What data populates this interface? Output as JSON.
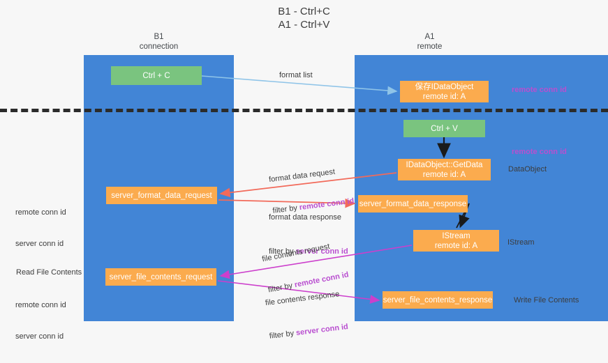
{
  "diagram": {
    "title": "B1 - Ctrl+C\nA1 - Ctrl+V",
    "lanes": [
      {
        "id": "b1",
        "title": "B1\nconnection"
      },
      {
        "id": "a1",
        "title": "A1\nremote"
      }
    ],
    "nodes": [
      {
        "id": "ctrl-c",
        "label": "Ctrl + C",
        "color": "#7ac47f"
      },
      {
        "id": "save-idataobject",
        "label": "保存IDataObject\nremote id: A",
        "color": "#fbab4e"
      },
      {
        "id": "ctrl-v",
        "label": "Ctrl + V",
        "color": "#7ac47f"
      },
      {
        "id": "getdata",
        "label": "IDataObject::GetData\nremote id: A",
        "color": "#fbab4e"
      },
      {
        "id": "server-format-data-request",
        "label": "server_format_data_request",
        "color": "#fbab4e"
      },
      {
        "id": "server-format-data-response",
        "label": "server_format_data_response",
        "color": "#fbab4e"
      },
      {
        "id": "istream",
        "label": "IStream\nremote id: A",
        "color": "#fbab4e"
      },
      {
        "id": "server-file-contents-request",
        "label": "server_file_contents_request",
        "color": "#fbab4e"
      },
      {
        "id": "server-file-contents-response",
        "label": "server_file_contents_response",
        "color": "#fbab4e"
      }
    ],
    "annotations": {
      "format_list": "format list",
      "remote_conn_id_1": "remote conn id",
      "format_data_request": "format data request",
      "filter_by": "filter by ",
      "remote_conn_id_filter": "remote conn id",
      "server_conn_id_filter": "server conn id",
      "remote_conn_id_2": "remote conn id",
      "dataobject": "DataObject",
      "left_remote_conn_id": "remote conn id",
      "left_server_conn_id": "server conn id",
      "format_data_response": "format data response",
      "file_contents_request": "file contents request",
      "istream_label": "IStream",
      "read_file_contents": "Read File Contents",
      "file_contents_response": "file contents response",
      "write_file_contents": "Write File Contents"
    },
    "colors": {
      "lane": "#4285d6",
      "green_node": "#7ac47f",
      "orange_node": "#fbab4e",
      "purple_text": "#b94fd0",
      "green_text": "#6cbf73",
      "divider": "#2b2b2b",
      "arrow_blue": "#8fc4e8",
      "arrow_red": "#f26a5a",
      "arrow_magenta": "#cc3fcc",
      "arrow_black": "#1a1a1a",
      "background": "#f7f7f7"
    }
  }
}
